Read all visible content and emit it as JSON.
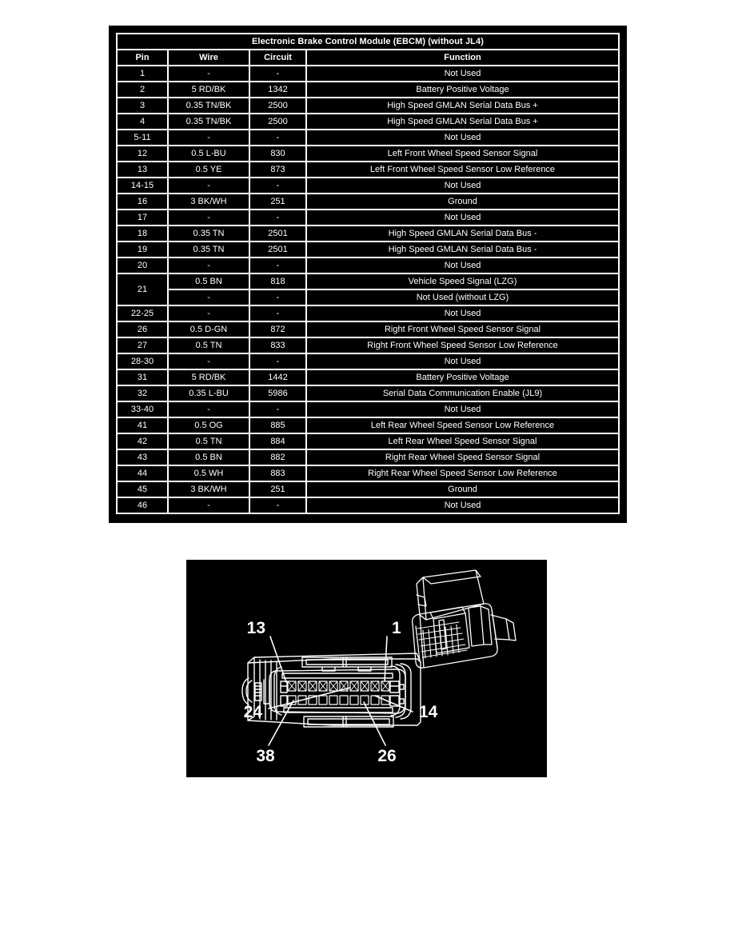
{
  "table": {
    "title": "Electronic Brake Control Module (EBCM) (without JL4)",
    "columns": [
      "Pin",
      "Wire",
      "Circuit",
      "Function"
    ],
    "rows": [
      {
        "pin": "1",
        "wire": "-",
        "circuit": "-",
        "function": "Not Used"
      },
      {
        "pin": "2",
        "wire": "5 RD/BK",
        "circuit": "1342",
        "function": "Battery Positive Voltage"
      },
      {
        "pin": "3",
        "wire": "0.35 TN/BK",
        "circuit": "2500",
        "function": "High Speed GMLAN Serial Data Bus +"
      },
      {
        "pin": "4",
        "wire": "0.35 TN/BK",
        "circuit": "2500",
        "function": "High Speed GMLAN Serial Data Bus +"
      },
      {
        "pin": "5-11",
        "wire": "-",
        "circuit": "-",
        "function": "Not Used"
      },
      {
        "pin": "12",
        "wire": "0.5 L-BU",
        "circuit": "830",
        "function": "Left Front Wheel Speed Sensor Signal"
      },
      {
        "pin": "13",
        "wire": "0.5 YE",
        "circuit": "873",
        "function": "Left Front Wheel Speed Sensor Low Reference"
      },
      {
        "pin": "14-15",
        "wire": "-",
        "circuit": "-",
        "function": "Not Used"
      },
      {
        "pin": "16",
        "wire": "3 BK/WH",
        "circuit": "251",
        "function": "Ground"
      },
      {
        "pin": "17",
        "wire": "-",
        "circuit": "-",
        "function": "Not Used"
      },
      {
        "pin": "18",
        "wire": "0.35 TN",
        "circuit": "2501",
        "function": "High Speed GMLAN Serial Data Bus -"
      },
      {
        "pin": "19",
        "wire": "0.35 TN",
        "circuit": "2501",
        "function": "High Speed GMLAN Serial Data Bus -"
      },
      {
        "pin": "20",
        "wire": "-",
        "circuit": "-",
        "function": "Not Used"
      },
      {
        "pin": "21",
        "wire": "0.5 BN",
        "circuit": "818",
        "function": "Vehicle Speed Signal (LZG)",
        "sub": {
          "wire": "-",
          "circuit": "-",
          "function": "Not Used (without LZG)"
        }
      },
      {
        "pin": "22-25",
        "wire": "-",
        "circuit": "-",
        "function": "Not Used"
      },
      {
        "pin": "26",
        "wire": "0.5 D-GN",
        "circuit": "872",
        "function": "Right Front Wheel Speed Sensor Signal"
      },
      {
        "pin": "27",
        "wire": "0.5 TN",
        "circuit": "833",
        "function": "Right Front Wheel Speed Sensor Low Reference"
      },
      {
        "pin": "28-30",
        "wire": "-",
        "circuit": "-",
        "function": "Not Used"
      },
      {
        "pin": "31",
        "wire": "5 RD/BK",
        "circuit": "1442",
        "function": "Battery Positive Voltage"
      },
      {
        "pin": "32",
        "wire": "0.35 L-BU",
        "circuit": "5986",
        "function": "Serial Data Communication Enable (JL9)"
      },
      {
        "pin": "33-40",
        "wire": "-",
        "circuit": "-",
        "function": "Not Used"
      },
      {
        "pin": "41",
        "wire": "0.5 OG",
        "circuit": "885",
        "function": "Left Rear Wheel Speed Sensor Low Reference"
      },
      {
        "pin": "42",
        "wire": "0.5 TN",
        "circuit": "884",
        "function": "Left Rear Wheel Speed Sensor Signal"
      },
      {
        "pin": "43",
        "wire": "0.5 BN",
        "circuit": "882",
        "function": "Right Rear Wheel Speed Sensor Signal"
      },
      {
        "pin": "44",
        "wire": "0.5 WH",
        "circuit": "883",
        "function": "Right Rear Wheel Speed Sensor Low Reference"
      },
      {
        "pin": "45",
        "wire": "3 BK/WH",
        "circuit": "251",
        "function": "Ground"
      },
      {
        "pin": "46",
        "wire": "-",
        "circuit": "-",
        "function": "Not Used"
      }
    ]
  },
  "figure": {
    "callouts": [
      {
        "id": "callout-13",
        "text": "13"
      },
      {
        "id": "callout-1",
        "text": "1"
      },
      {
        "id": "callout-24",
        "text": "24"
      },
      {
        "id": "callout-14",
        "text": "14"
      },
      {
        "id": "callout-38",
        "text": "38"
      },
      {
        "id": "callout-26",
        "text": "26"
      }
    ]
  },
  "colors": {
    "page_background": "#ffffff",
    "panel_background": "#000000",
    "grid_line": "#ffffff",
    "text": "#ffffff"
  }
}
